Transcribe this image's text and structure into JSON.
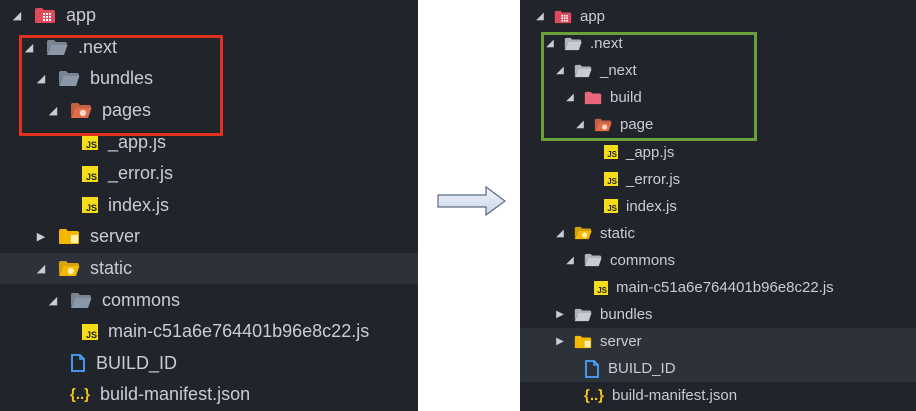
{
  "left_tree": [
    {
      "label": "app",
      "icon": "app-folder-icon",
      "depth": 0,
      "twisty": "expanded"
    },
    {
      "label": ".next",
      "icon": "folder-icon",
      "depth": 1,
      "twisty": "expanded"
    },
    {
      "label": "bundles",
      "icon": "folder-icon",
      "depth": 2,
      "twisty": "expanded"
    },
    {
      "label": "pages",
      "icon": "pages-folder-icon",
      "depth": 3,
      "twisty": "expanded"
    },
    {
      "label": "_app.js",
      "icon": "js-file-icon",
      "depth": 4,
      "twisty": "none"
    },
    {
      "label": "_error.js",
      "icon": "js-file-icon",
      "depth": 4,
      "twisty": "none"
    },
    {
      "label": "index.js",
      "icon": "js-file-icon",
      "depth": 4,
      "twisty": "none"
    },
    {
      "label": "server",
      "icon": "server-folder-icon",
      "depth": 2,
      "twisty": "collapsed"
    },
    {
      "label": "static",
      "icon": "static-folder-icon",
      "depth": 2,
      "twisty": "expanded",
      "highlight": true
    },
    {
      "label": "commons",
      "icon": "folder-icon",
      "depth": 3,
      "twisty": "expanded"
    },
    {
      "label": "main-c51a6e764401b96e8c22.js",
      "icon": "js-file-icon",
      "depth": 4,
      "twisty": "none"
    },
    {
      "label": "BUILD_ID",
      "icon": "document-icon",
      "depth": 3,
      "twisty": "none"
    },
    {
      "label": "build-manifest.json",
      "icon": "json-file-icon",
      "depth": 3,
      "twisty": "none"
    }
  ],
  "right_tree": [
    {
      "label": "app",
      "icon": "app-folder-icon",
      "depth": 0,
      "twisty": "expanded"
    },
    {
      "label": ".next",
      "icon": "folder-icon",
      "depth": 1,
      "twisty": "expanded"
    },
    {
      "label": "_next",
      "icon": "folder-icon",
      "depth": 2,
      "twisty": "expanded"
    },
    {
      "label": "build",
      "icon": "build-folder-icon",
      "depth": 3,
      "twisty": "expanded"
    },
    {
      "label": "page",
      "icon": "pages-folder-icon",
      "depth": 4,
      "twisty": "expanded"
    },
    {
      "label": "_app.js",
      "icon": "js-file-icon",
      "depth": 5,
      "twisty": "none"
    },
    {
      "label": "_error.js",
      "icon": "js-file-icon",
      "depth": 5,
      "twisty": "none"
    },
    {
      "label": "index.js",
      "icon": "js-file-icon",
      "depth": 5,
      "twisty": "none"
    },
    {
      "label": "static",
      "icon": "static-folder-icon",
      "depth": 2,
      "twisty": "expanded"
    },
    {
      "label": "commons",
      "icon": "folder-icon",
      "depth": 3,
      "twisty": "expanded"
    },
    {
      "label": "main-c51a6e764401b96e8c22.js",
      "icon": "js-file-icon",
      "depth": 4,
      "twisty": "none"
    },
    {
      "label": "bundles",
      "icon": "folder-icon",
      "depth": 2,
      "twisty": "collapsed"
    },
    {
      "label": "server",
      "icon": "server-folder-icon",
      "depth": 2,
      "twisty": "collapsed",
      "highlight": true
    },
    {
      "label": "BUILD_ID",
      "icon": "document-icon",
      "depth": 3,
      "twisty": "none",
      "highlight": true
    },
    {
      "label": "build-manifest.json",
      "icon": "json-file-icon",
      "depth": 3,
      "twisty": "none"
    }
  ],
  "colors": {
    "background": "#21252b",
    "text": "#c8ccd4",
    "row_highlight": "#2c313a",
    "left_outline": "#e0301e",
    "right_outline": "#6aa03a",
    "js_badge": "#f5de19",
    "folder": "#8a97a6",
    "pages_folder": "#e06c4a",
    "app_folder": "#e04a5a",
    "yellow_folder": "#f5b800",
    "doc_icon": "#4aa3ff"
  },
  "js_badge_text": "JS",
  "json_icon_text": "{..}"
}
